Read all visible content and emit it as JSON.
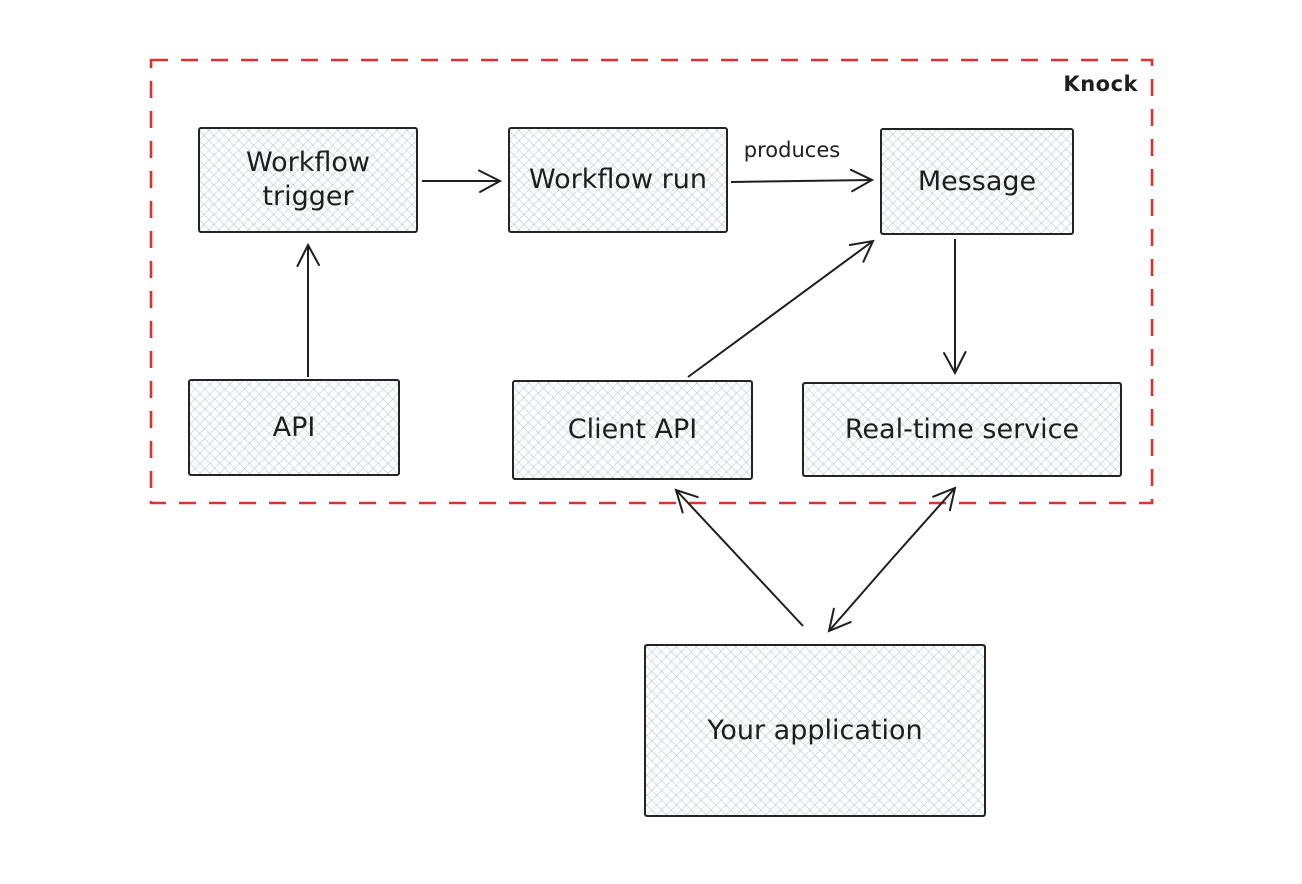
{
  "container": {
    "label": "Knock",
    "border_style": "dashed",
    "border_color": "#e03131"
  },
  "nodes": {
    "workflow_trigger": {
      "label": "Workflow\ntrigger"
    },
    "workflow_run": {
      "label": "Workflow run"
    },
    "message": {
      "label": "Message"
    },
    "api": {
      "label": "API"
    },
    "client_api": {
      "label": "Client API"
    },
    "realtime_service": {
      "label": "Real-time service"
    },
    "your_application": {
      "label": "Your application"
    }
  },
  "edges": [
    {
      "from": "workflow_trigger",
      "to": "workflow_run",
      "label": "",
      "arrowheads": "end"
    },
    {
      "from": "workflow_run",
      "to": "message",
      "label": "produces",
      "arrowheads": "end"
    },
    {
      "from": "api",
      "to": "workflow_trigger",
      "label": "",
      "arrowheads": "end"
    },
    {
      "from": "message",
      "to": "realtime_service",
      "label": "",
      "arrowheads": "end"
    },
    {
      "from": "client_api",
      "to": "message",
      "label": "",
      "arrowheads": "end"
    },
    {
      "from": "your_application",
      "to": "client_api",
      "label": "",
      "arrowheads": "end"
    },
    {
      "from": "your_application",
      "to": "realtime_service",
      "label": "",
      "arrowheads": "both"
    }
  ],
  "colors": {
    "stroke": "#1e1e1e",
    "container_border": "#e03131",
    "node_fill": "#f4f6f8",
    "background": "#ffffff"
  }
}
